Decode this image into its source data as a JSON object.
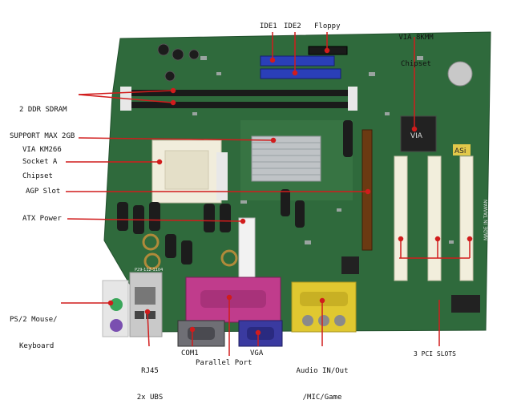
{
  "labels": {
    "ide1": "IDE1",
    "ide2": "IDE2",
    "floppy": "Floppy",
    "via8kmm_l1": "VIA 8KMM",
    "via8kmm_l2": "Chipset",
    "ddr_l1": "2 DDR SDRAM",
    "ddr_l2": "SUPPORT MAX 2GB",
    "km266_l1": "VIA KM266",
    "km266_l2": "Chipset",
    "socket": "Socket A",
    "agp": "AGP Slot",
    "atx": "ATX Power",
    "ps2_l1": "PS/2 Mouse/",
    "ps2_l2": "Keyboard",
    "rj45_l1": "RJ45",
    "rj45_l2": "2x UBS",
    "com1": "COM1",
    "parallel": "Parallel Port",
    "vga": "VGA",
    "audio_l1": "Audio IN/Out",
    "audio_l2": "/MIC/Game",
    "pci": "3 PCI SLOTS"
  },
  "board_marks": {
    "chip_logo": "VIA",
    "asi": "ASi",
    "made_in": "MADE IN TAIWAN",
    "part_no": "P29-112-1104"
  },
  "colors": {
    "pcb": "#2f6a3c",
    "pcb_light": "#3f7d49",
    "ide": "#2a3fb8",
    "floppy": "#1a1a1a",
    "pci": "#f2eedc",
    "agp": "#6b3a12",
    "parallel": "#c03c8c",
    "vga": "#3a3aa0",
    "audio": "#e0c830",
    "callout": "#d11c1c",
    "ps2_green": "#3aa65a",
    "ps2_purple": "#7a4fb0"
  }
}
